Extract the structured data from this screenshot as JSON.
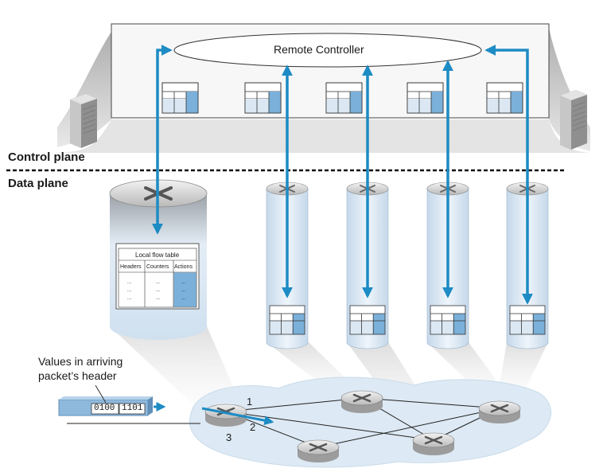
{
  "controller": {
    "label": "Remote Controller"
  },
  "planes": {
    "control": "Control plane",
    "data": "Data plane"
  },
  "flow_table": {
    "title": "Local flow table",
    "columns": [
      "Headers",
      "Counters",
      "Actions"
    ]
  },
  "packet": {
    "caption_line1": "Values in arriving",
    "caption_line2": "packet’s header",
    "fields": [
      "0100",
      "1101"
    ]
  },
  "ports": [
    "1",
    "2",
    "3"
  ],
  "colors": {
    "arrow": "#1d8bc4",
    "panel": "#ecf3f9",
    "cloud": "#dde9f4",
    "table_blue": "#7ab0d9"
  }
}
